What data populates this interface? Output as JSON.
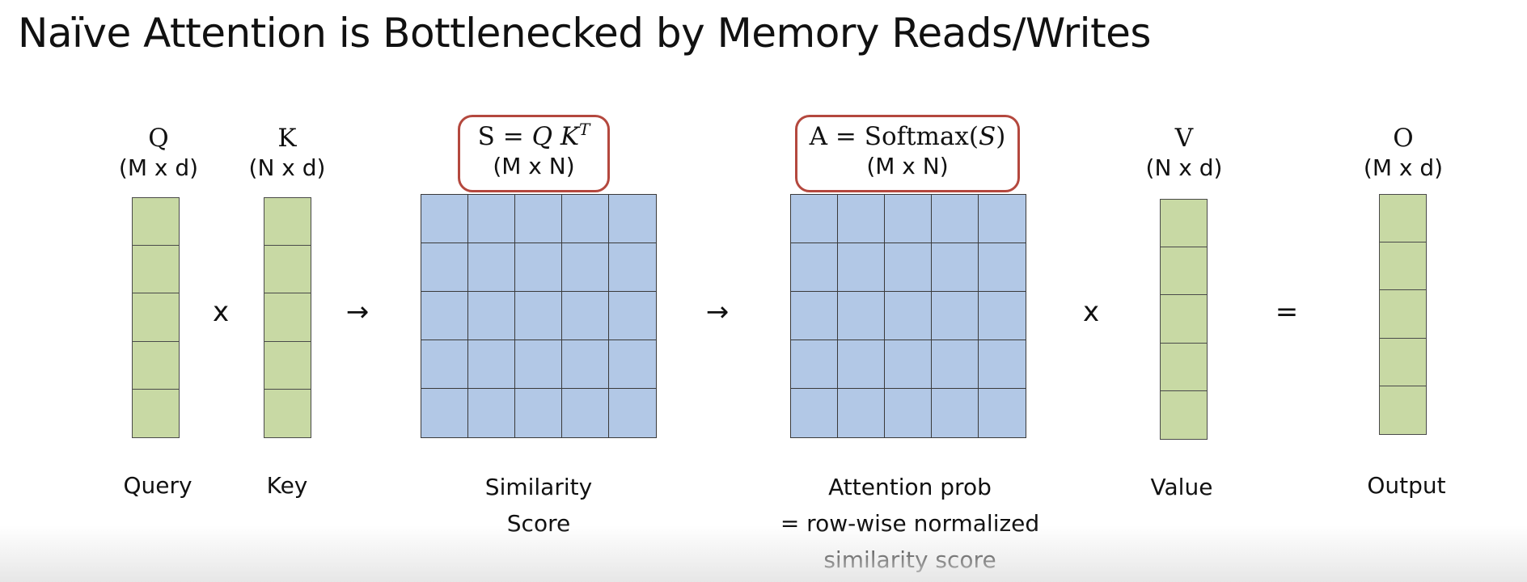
{
  "title": "Naïve Attention is Bottlenecked by Memory Reads/Writes",
  "query": {
    "symbol": "Q",
    "dims": "(M x d)",
    "label": "Query"
  },
  "key": {
    "symbol": "K",
    "dims": "(N x d)",
    "label": "Key"
  },
  "similarity": {
    "formula_lhs": "S =",
    "formula_q": "Q",
    "formula_k": "K",
    "formula_sup": "T",
    "dims": "(M x N)",
    "label_line1": "Similarity",
    "label_line2": "Score"
  },
  "attention": {
    "formula_prefix": "A = Softmax(",
    "formula_var": "S",
    "formula_suffix": ")",
    "dims": "(M x N)",
    "label_line1": "Attention prob",
    "label_line2": "= row-wise normalized",
    "label_line3": "similarity score"
  },
  "value": {
    "symbol": "V",
    "dims": "(N x d)",
    "label": "Value"
  },
  "output": {
    "symbol": "O",
    "dims": "(M x d)",
    "label": "Output"
  },
  "operators": {
    "times1": "x",
    "arrow1": "→",
    "arrow2": "→",
    "times2": "x",
    "equals": "="
  },
  "colors": {
    "vector_fill": "#c8d9a4",
    "matrix_fill": "#b2c8e6",
    "formula_border": "#b4483e",
    "grid_line": "#3a3a3a"
  }
}
